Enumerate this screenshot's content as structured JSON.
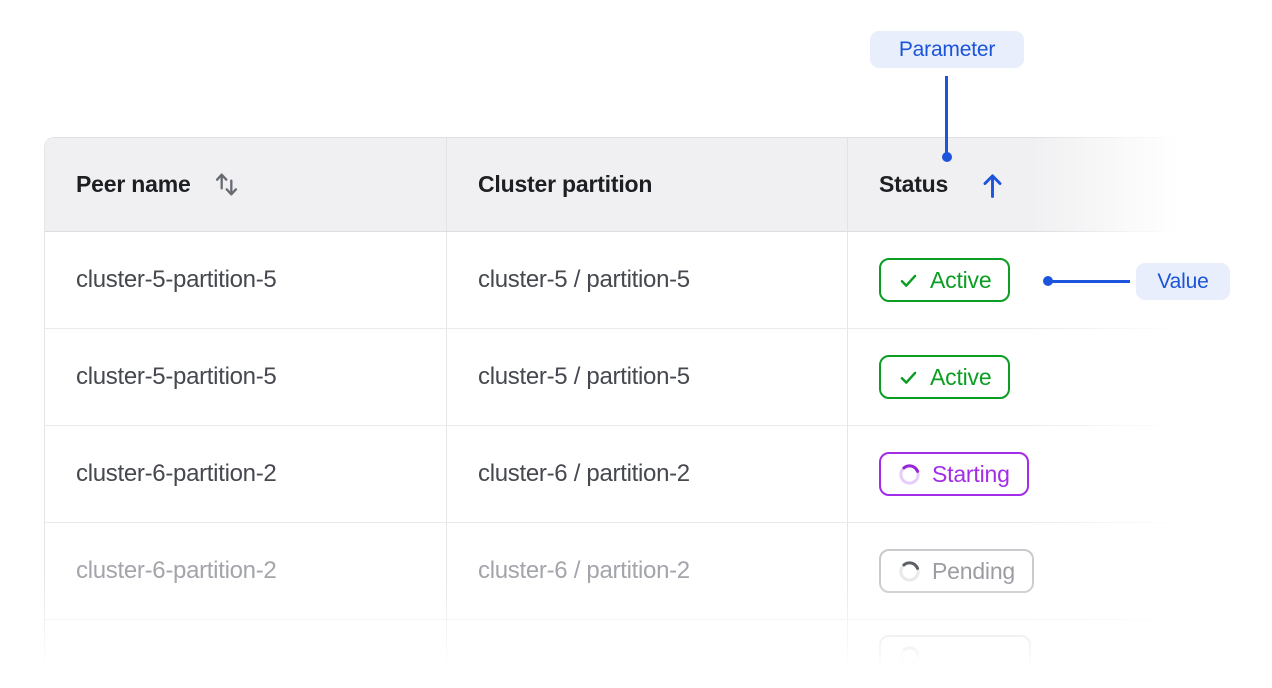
{
  "annotations": {
    "parameter_label": "Parameter",
    "value_label": "Value"
  },
  "table": {
    "columns": [
      {
        "label": "Peer name",
        "sort_icon": "sort-both-icon",
        "sorted": "none"
      },
      {
        "label": "Cluster partition",
        "sort_icon": null,
        "sorted": "none"
      },
      {
        "label": "Status",
        "sort_icon": "arrow-up-icon",
        "sorted": "ascending"
      }
    ],
    "rows": [
      {
        "peer_name": "cluster-5-partition-5",
        "cluster_partition": "cluster-5 / partition-5",
        "status": "Active",
        "status_variant": "active",
        "status_icon": "check-icon"
      },
      {
        "peer_name": "cluster-5-partition-5",
        "cluster_partition": "cluster-5 / partition-5",
        "status": "Active",
        "status_variant": "active",
        "status_icon": "check-icon"
      },
      {
        "peer_name": "cluster-6-partition-2",
        "cluster_partition": "cluster-6 / partition-2",
        "status": "Starting",
        "status_variant": "starting",
        "status_icon": "spinner-icon"
      },
      {
        "peer_name": "cluster-6-partition-2",
        "cluster_partition": "cluster-6 / partition-2",
        "status": "Pending",
        "status_variant": "pending",
        "status_icon": "spinner-icon"
      },
      {
        "peer_name": "",
        "cluster_partition": "",
        "status": "",
        "status_variant": "ghost",
        "status_icon": "spinner-icon"
      }
    ]
  },
  "colors": {
    "accent_blue": "#1d54dd",
    "callout_bg": "#e8eefb",
    "status_active_green": "#0b9e23",
    "status_starting_purple": "#a32ce8",
    "status_pending_gray": "#9b9da2",
    "header_bg": "#f0f0f2",
    "cell_text": "#45484f",
    "muted_text": "#a3a5ab"
  }
}
